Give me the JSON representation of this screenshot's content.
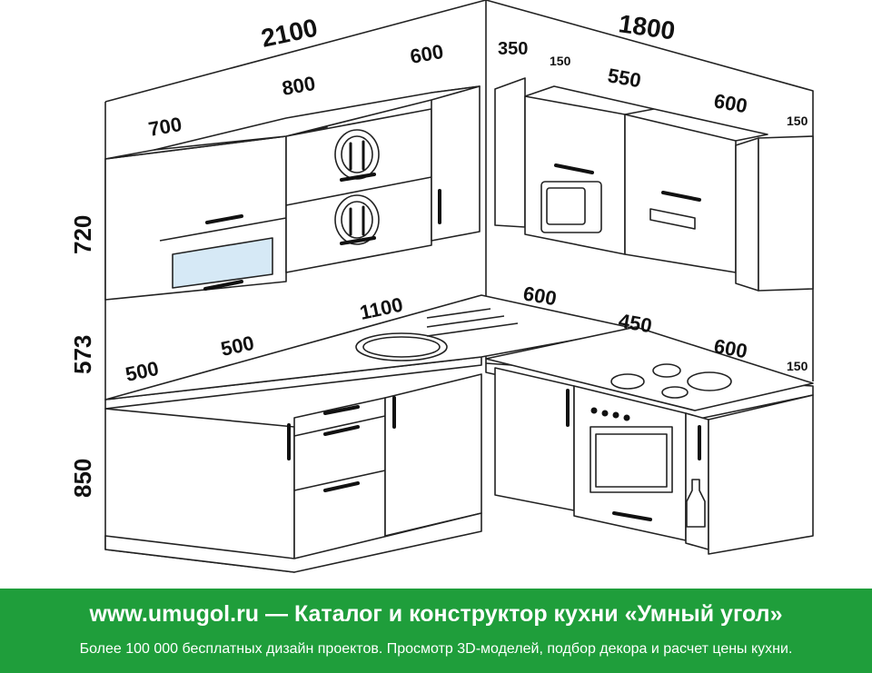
{
  "dimensions": {
    "upper_total_left": "2100",
    "upper_total_right": "1800",
    "upper_700": "700",
    "upper_800": "800",
    "upper_600_left": "600",
    "upper_350": "350",
    "upper_150_a": "150",
    "upper_550": "550",
    "upper_600_right": "600",
    "upper_150_b": "150",
    "height_upper": "720",
    "height_apron": "573",
    "height_base": "850",
    "base_500_a": "500",
    "base_500_b": "500",
    "base_1100": "1100",
    "base_600_a": "600",
    "base_450": "450",
    "base_600_b": "600",
    "base_150": "150"
  },
  "banner": {
    "title": "www.umugol.ru — Каталог и конструктор кухни «Умный угол»",
    "subtitle": "Более 100 000 бесплатных дизайн проектов. Просмотр 3D-моделей, подбор декора и расчет цены кухни."
  },
  "colors": {
    "banner": "#1f9e3b",
    "glass": "#d6e9f6",
    "outline": "#222222"
  }
}
